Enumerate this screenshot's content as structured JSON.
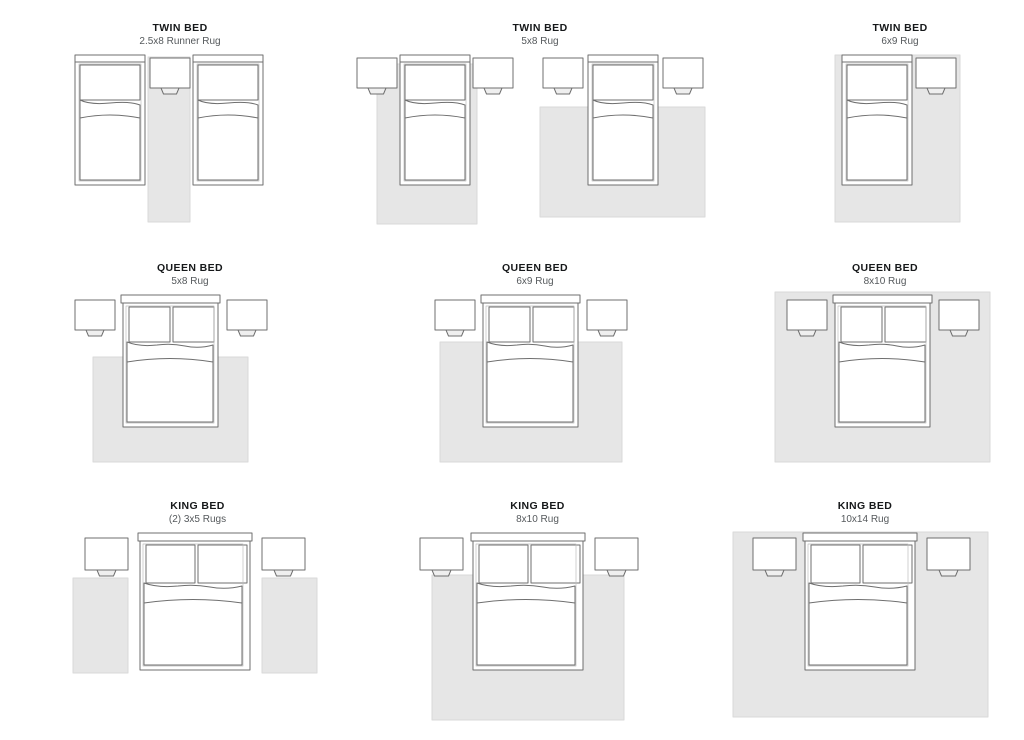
{
  "document": {
    "kind": "rug-size-guide-diagram",
    "background_color": "#ffffff",
    "rug_fill_color": "#e6e6e6",
    "rug_stroke_color": "#d2d2d2",
    "furniture_stroke_color": "#6f6f6f",
    "furniture_fill_color": "#ffffff",
    "title_color": "#16181a",
    "subtitle_color": "#55595c"
  },
  "panels": [
    {
      "id": "twin-2-5x8-runner",
      "title": "TWIN BED",
      "subtitle": "2.5x8 Runner Rug",
      "bed_size": "Twin",
      "rug_label": "2.5x8 Runner Rug",
      "rug_count": 1,
      "arrangement": "two twin beds flanking a single runner rug with one nightstand centered on the runner",
      "beds": 2,
      "nightstands": 1
    },
    {
      "id": "twin-5x8",
      "title": "TWIN BED",
      "subtitle": "5x8 Rug",
      "bed_size": "Twin",
      "rug_label": "5x8 Rug",
      "rug_count": 2,
      "arrangement": "two options shown: rug vertical under bed, and rug horizontal under lower two thirds of bed",
      "beds": 2,
      "nightstands": 4
    },
    {
      "id": "twin-6x9",
      "title": "TWIN BED",
      "subtitle": "6x9 Rug",
      "bed_size": "Twin",
      "rug_label": "6x9 Rug",
      "rug_count": 1,
      "arrangement": "rug fully under twin bed and nightstand",
      "beds": 1,
      "nightstands": 1
    },
    {
      "id": "queen-5x8",
      "title": "QUEEN BED",
      "subtitle": "5x8 Rug",
      "bed_size": "Queen",
      "rug_label": "5x8 Rug",
      "rug_count": 1,
      "arrangement": "rug starts below the pillows and extends past the foot of the bed",
      "beds": 1,
      "nightstands": 2
    },
    {
      "id": "queen-6x9",
      "title": "QUEEN BED",
      "subtitle": "6x9 Rug",
      "bed_size": "Queen",
      "rug_label": "6x9 Rug",
      "rug_count": 1,
      "arrangement": "rug starts at the pillow line and extends wider and past the foot of the bed",
      "beds": 1,
      "nightstands": 2
    },
    {
      "id": "queen-8x10",
      "title": "QUEEN BED",
      "subtitle": "8x10 Rug",
      "bed_size": "Queen",
      "rug_label": "8x10 Rug",
      "rug_count": 1,
      "arrangement": "rug covers bed, both nightstands and extends past the foot of the bed",
      "beds": 1,
      "nightstands": 2
    },
    {
      "id": "king-2-3x5",
      "title": "KING BED",
      "subtitle": "(2) 3x5 Rugs",
      "bed_size": "King",
      "rug_label": "(2) 3x5 Rugs",
      "rug_count": 2,
      "arrangement": "one small rug on each side of the bed beside the nightstands",
      "beds": 1,
      "nightstands": 2
    },
    {
      "id": "king-8x10",
      "title": "KING BED",
      "subtitle": "8x10 Rug",
      "bed_size": "King",
      "rug_label": "8x10 Rug",
      "rug_count": 1,
      "arrangement": "rug starts below the pillows and extends past the foot of the bed",
      "beds": 1,
      "nightstands": 2
    },
    {
      "id": "king-10x14",
      "title": "KING BED",
      "subtitle": "10x14 Rug",
      "bed_size": "King",
      "rug_label": "10x14 Rug",
      "rug_count": 1,
      "arrangement": "rug covers bed, both nightstands and extends well past the foot of the bed",
      "beds": 1,
      "nightstands": 2
    }
  ]
}
